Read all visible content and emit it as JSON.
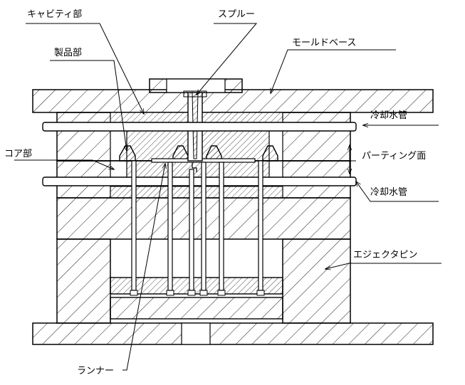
{
  "labels": {
    "cavity": "キャビティ部",
    "sprue": "スプルー",
    "product": "製品部",
    "mold_base": "モールドベース",
    "cooling_top": "冷却水管",
    "core": "コア部",
    "parting": "パーティング面",
    "cooling_bottom": "冷却水管",
    "ejector_pin": "エジェクタピン",
    "runner": "ランナー"
  },
  "colors": {
    "line": "#000000",
    "background": "#ffffff"
  }
}
